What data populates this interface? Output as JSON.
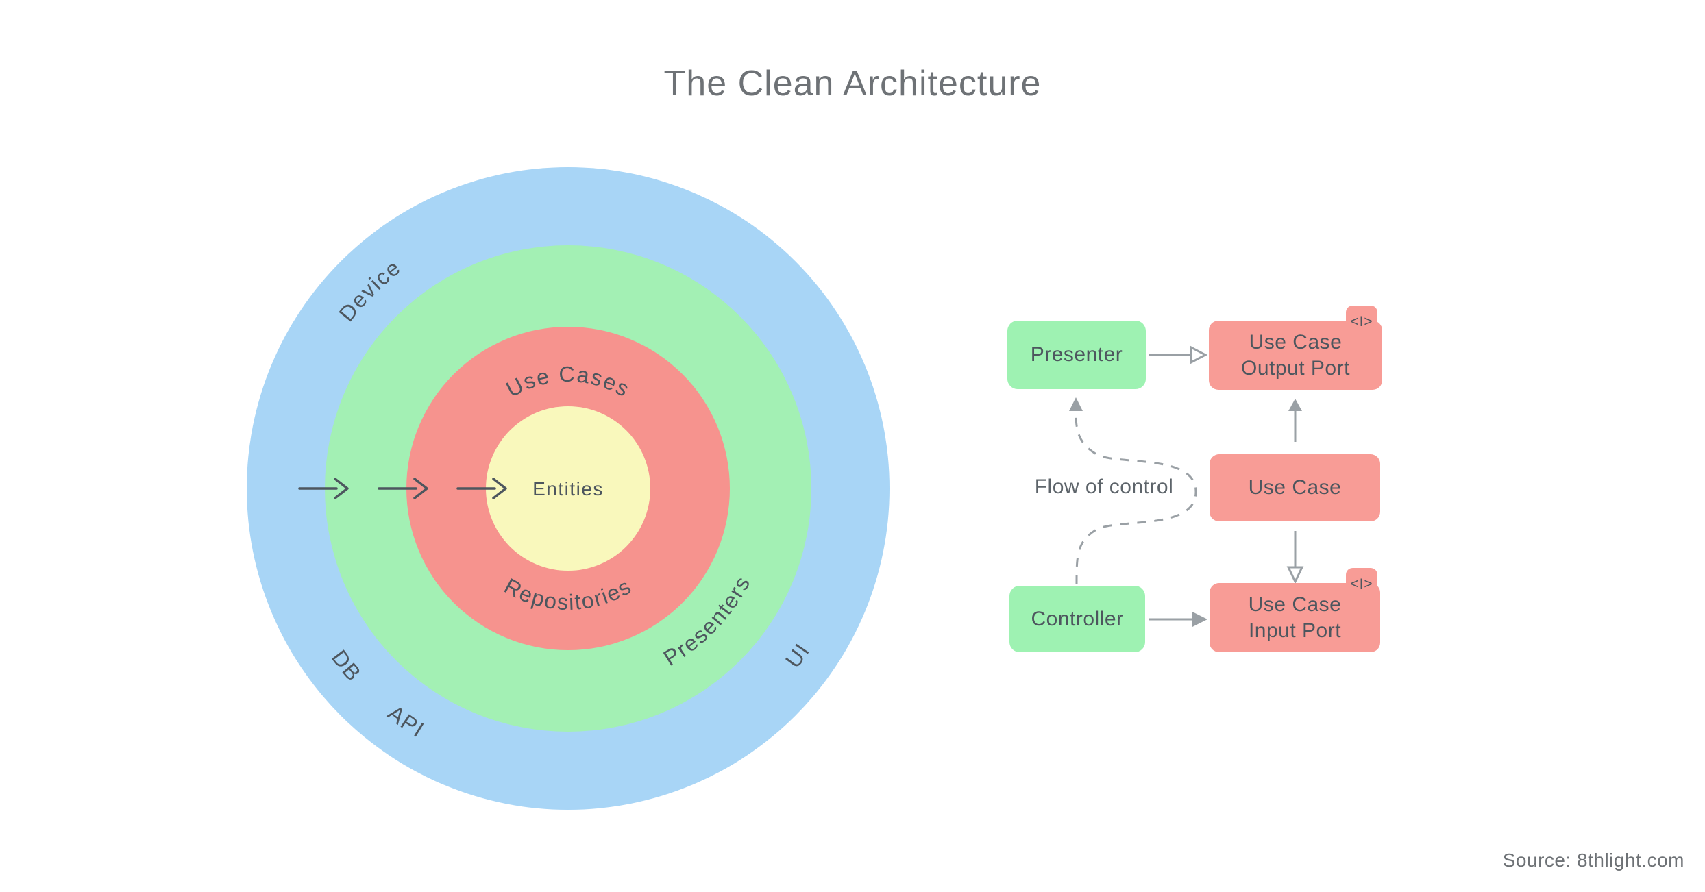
{
  "title": "The Clean Architecture",
  "source_credit": "Source: 8thlight.com",
  "colors": {
    "ring_blue": "#a8d5f6",
    "ring_green": "#a3f0b4",
    "ring_red": "#f6938e",
    "ring_yellow": "#f9f8bc",
    "box_green": "#9ef2b2",
    "box_red": "#f89c96",
    "ink": "#4d565e",
    "line_gray": "#9aa0a5",
    "muted": "#6e7276",
    "label_gray": "#5d646a"
  },
  "rings": {
    "labels": {
      "device": "Device",
      "db": "DB",
      "api": "API",
      "ui": "UI",
      "presenters": "Presenters",
      "use_cases": "Use Cases",
      "repositories": "Repositories",
      "entities": "Entities"
    }
  },
  "flow_diagram": {
    "presenter": "Presenter",
    "controller": "Controller",
    "use_case": "Use Case",
    "output_port": "Use Case\nOutput Port",
    "input_port": "Use Case\nInput Port",
    "interface_badge": "<I>",
    "flow_label": "Flow of control"
  }
}
